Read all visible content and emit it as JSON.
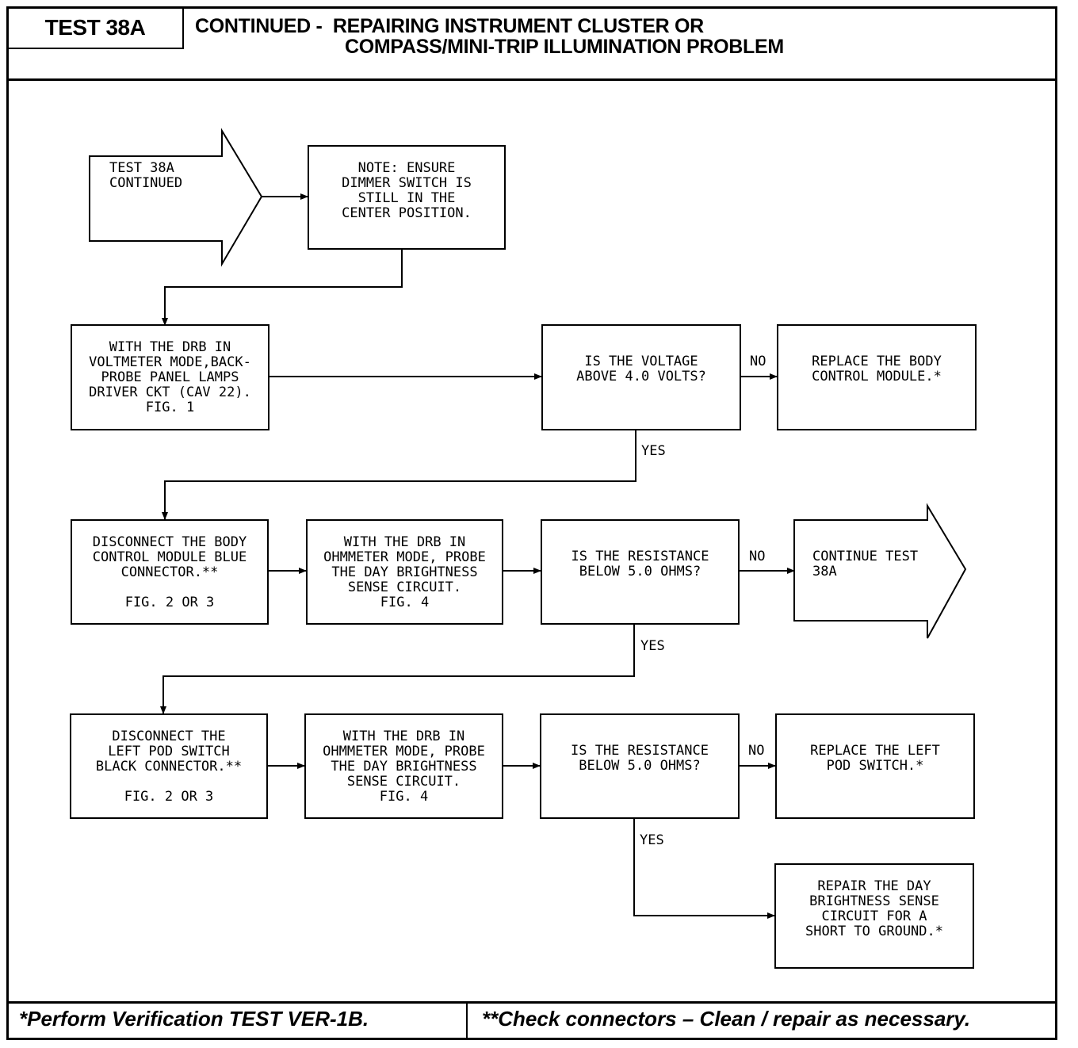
{
  "header": {
    "test_label": "TEST 38A",
    "title_line1": "CONTINUED -  REPAIRING INSTRUMENT CLUSTER OR",
    "title_line2": "COMPASS/MINI-TRIP ILLUMINATION PROBLEM"
  },
  "flow": {
    "start_arrow": "TEST 38A\nCONTINUED",
    "note": "NOTE: ENSURE\nDIMMER SWITCH IS\nSTILL IN THE\nCENTER POSITION.",
    "step1": "WITH THE DRB IN\nVOLTMETER MODE,BACK-\nPROBE PANEL LAMPS\nDRIVER CKT (CAV 22).\nFIG. 1",
    "q1": "IS THE VOLTAGE\nABOVE 4.0 VOLTS?",
    "q1_no_action": "REPLACE THE BODY\nCONTROL MODULE.*",
    "step2": "DISCONNECT THE BODY\nCONTROL MODULE BLUE\nCONNECTOR.**\n\nFIG. 2 OR 3",
    "step3": "WITH THE DRB IN\nOHMMETER MODE, PROBE\nTHE DAY BRIGHTNESS\nSENSE CIRCUIT.\nFIG. 4",
    "q2": "IS THE RESISTANCE\nBELOW 5.0 OHMS?",
    "q2_no_arrow": "CONTINUE TEST\n38A",
    "step4": "DISCONNECT THE\nLEFT POD SWITCH\nBLACK CONNECTOR.**\n\nFIG. 2 OR 3",
    "step5": "WITH THE DRB IN\nOHMMETER MODE, PROBE\nTHE DAY BRIGHTNESS\nSENSE CIRCUIT.\nFIG. 4",
    "q3": "IS THE RESISTANCE\nBELOW 5.0 OHMS?",
    "q3_no_action": "REPLACE THE LEFT\nPOD SWITCH.*",
    "q3_yes_action": "REPAIR THE DAY\nBRIGHTNESS SENSE\nCIRCUIT FOR A\nSHORT TO GROUND.*",
    "labels": {
      "yes": "YES",
      "no": "NO"
    }
  },
  "footer": {
    "left": "*Perform Verification TEST VER-1B.",
    "right": "**Check connectors – Clean / repair as necessary."
  }
}
